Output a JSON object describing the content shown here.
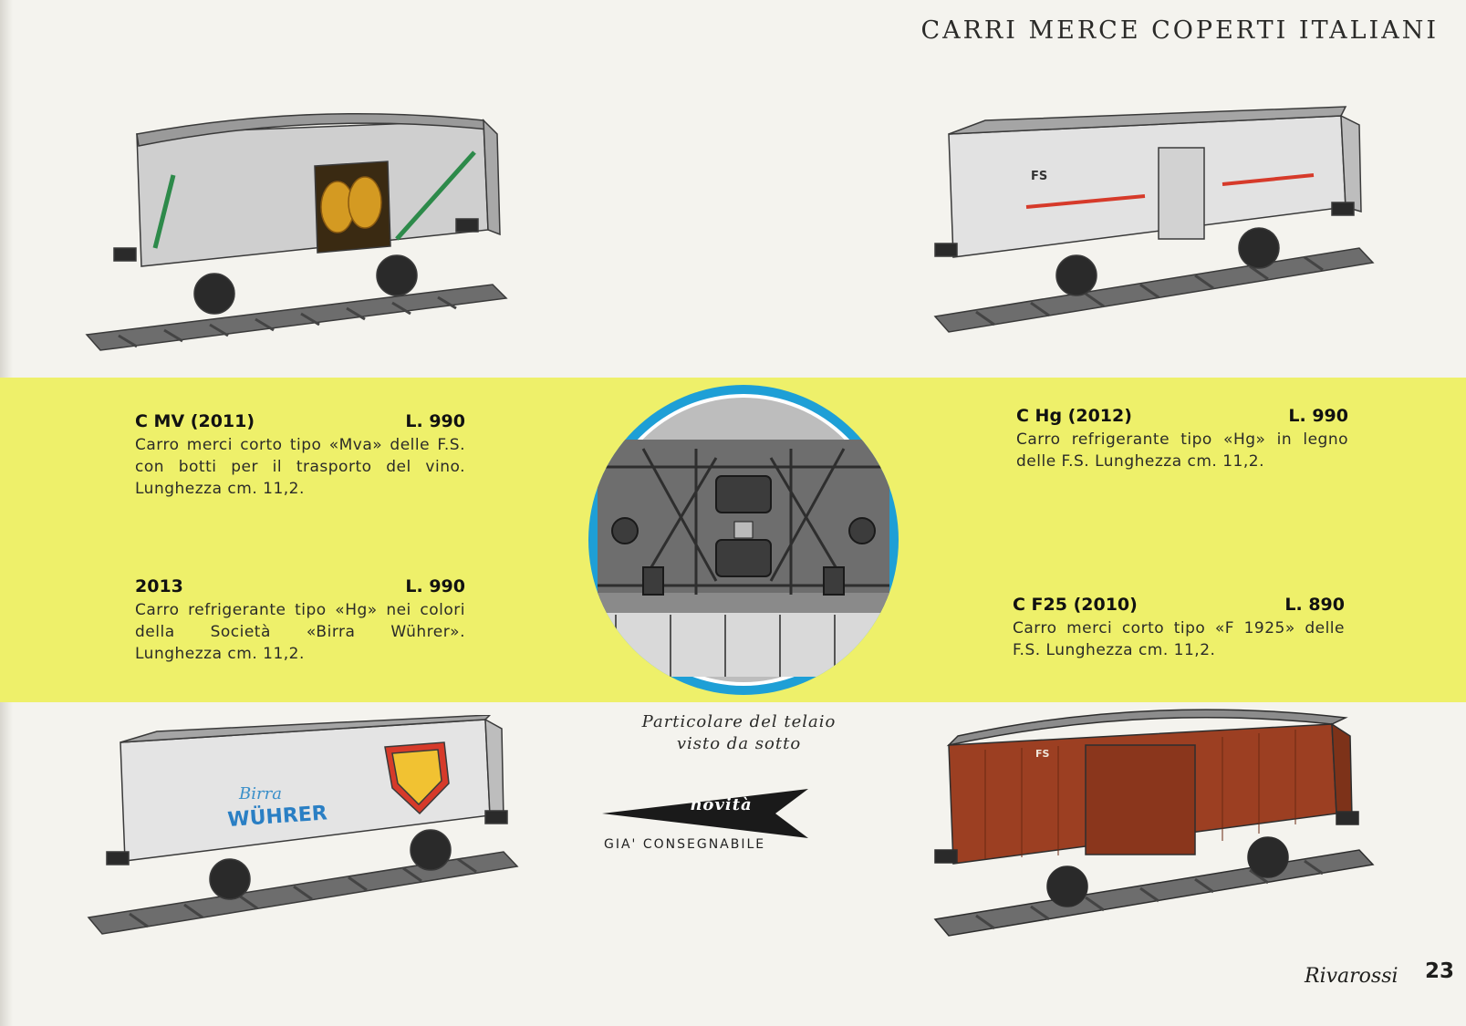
{
  "header": {
    "title": "CARRI MERCE COPERTI ITALIANI"
  },
  "products": [
    {
      "code": "C MV (2011)",
      "price": "L. 990",
      "description": "Carro merci corto tipo «Mva» delle F.S. con botti per il trasporto del vino. Lunghezza cm. 11,2."
    },
    {
      "code": "2013",
      "price": "L. 990",
      "description": "Carro refrigerante tipo «Hg» nei colori della Società «Birra Wührer». Lunghezza cm. 11,2."
    },
    {
      "code": "C Hg (2012)",
      "price": "L. 990",
      "description": "Carro refrigerante tipo «Hg» in legno delle F.S. Lunghezza cm. 11,2."
    },
    {
      "code": "C F25 (2010)",
      "price": "L. 890",
      "description": "Carro merci corto tipo «F 1925» delle F.S. Lunghezza cm. 11,2."
    }
  ],
  "detail_caption": {
    "line1": "Particolare del telaio",
    "line2": "visto da sotto"
  },
  "badge": {
    "label": "novità",
    "subtitle": "GIA' CONSEGNABILE"
  },
  "car_markings": {
    "wuhrer_logo": "WÜHRER",
    "wuhrer_script": "Birra",
    "fs": "FS"
  },
  "footer": {
    "brand": "Rivarossi",
    "page_number": "23"
  },
  "colors": {
    "band": "#eef06a",
    "circle_ring": "#1e9fd6",
    "wagon_red": "#9c3f22",
    "stripe_red": "#d63a2a",
    "stripe_green": "#2d8a4a"
  }
}
